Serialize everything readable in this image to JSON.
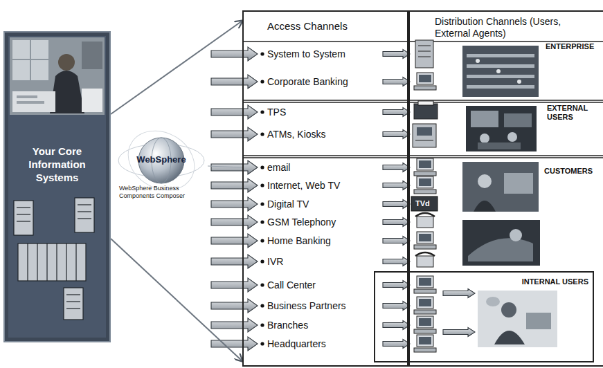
{
  "diagram": {
    "nodes": [
      {
        "text": [
          "Your Core Information Systems"
        ]
      },
      {
        "text": [
          "WebSphere",
          "WebSphere Business Components Composer"
        ]
      },
      {
        "text": [
          "Access Channels"
        ]
      },
      {
        "text": [
          "Distribution Channels (Users, External Agents)"
        ]
      },
      {
        "text": [
          "INTERNAL USERS"
        ]
      }
    ],
    "edges": [
      {
        "from": 0,
        "to": 2,
        "arrow": "to"
      },
      {
        "from": 0,
        "to": 2,
        "arrow": "to"
      },
      {
        "from": 1,
        "to": 2,
        "arrow": "none"
      }
    ],
    "labels": [
      "System to System",
      "Corporate Banking",
      "TPS",
      "ATMs, Kiosks",
      "email",
      "Internet, Web TV",
      "Digital TV",
      "GSM Telephony",
      "Home Banking",
      "IVR",
      "Call Center",
      "Business Partners",
      "Branches",
      "Headquarters",
      "ENTERPRISE",
      "EXTERNAL USERS",
      "CUSTOMERS",
      "TVd"
    ]
  }
}
